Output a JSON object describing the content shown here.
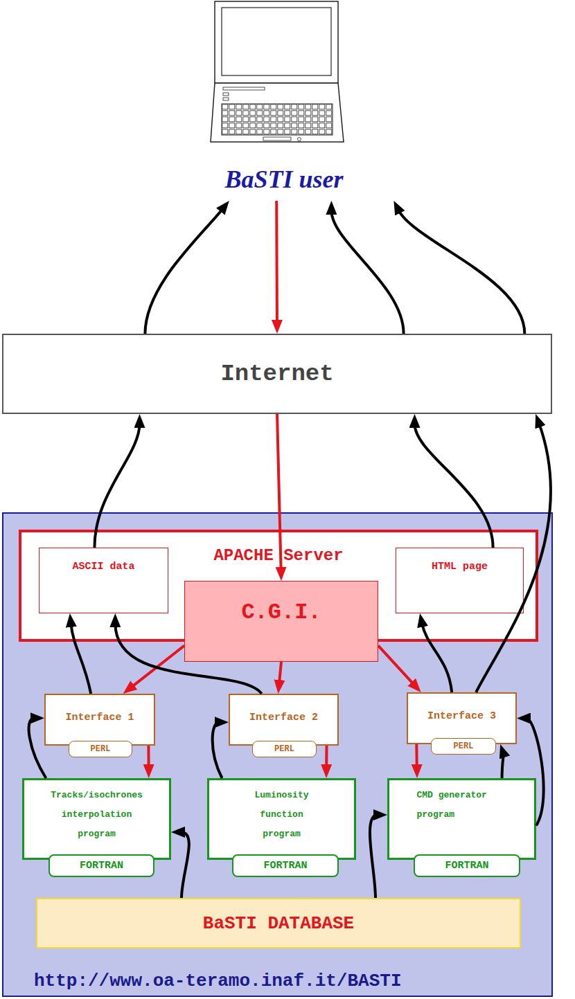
{
  "diagram": {
    "nodes": [
      {
        "text": [
          "BaSTI user"
        ]
      },
      {
        "text": [
          "Internet"
        ]
      },
      {
        "text": [
          "http://www.oa-teramo.inaf.it/BASTI"
        ]
      },
      {
        "text": [
          "APACHE Server"
        ],
        "in": 2
      },
      {
        "text": [
          "ASCII data"
        ],
        "in": 3
      },
      {
        "text": [
          "HTML page"
        ],
        "in": 3
      },
      {
        "text": [
          "C.G.I."
        ],
        "in": 3
      },
      {
        "text": [
          "Interface 1"
        ],
        "in": 2
      },
      {
        "text": [
          "PERL"
        ],
        "in": 7
      },
      {
        "text": [
          "Interface 2"
        ],
        "in": 2
      },
      {
        "text": [
          "PERL"
        ],
        "in": 9
      },
      {
        "text": [
          "Interface 3"
        ],
        "in": 2
      },
      {
        "text": [
          "PERL"
        ],
        "in": 11
      },
      {
        "text": [
          "Tracks/isochrones interpolation program"
        ],
        "in": 2
      },
      {
        "text": [
          "FORTRAN"
        ],
        "in": 13
      },
      {
        "text": [
          "Luminosity function program"
        ],
        "in": 2
      },
      {
        "text": [
          "FORTRAN"
        ],
        "in": 15
      },
      {
        "text": [
          "CMD generator program"
        ],
        "in": 2
      },
      {
        "text": [
          "FORTRAN"
        ],
        "in": 17
      },
      {
        "text": [
          "BaSTI DATABASE"
        ],
        "in": 2
      }
    ],
    "edges": [
      {
        "from": 0,
        "to": 1,
        "arrow": "to"
      },
      {
        "from": 1,
        "to": 6,
        "arrow": "to"
      },
      {
        "from": 6,
        "to": 7,
        "arrow": "to"
      },
      {
        "from": 6,
        "to": 9,
        "arrow": "to"
      },
      {
        "from": 6,
        "to": 11,
        "arrow": "to"
      },
      {
        "from": 7,
        "to": 13,
        "arrow": "to"
      },
      {
        "from": 9,
        "to": 15,
        "arrow": "to"
      },
      {
        "from": 11,
        "to": 17,
        "arrow": "to"
      },
      {
        "from": 13,
        "to": 7,
        "arrow": "to"
      },
      {
        "from": 15,
        "to": 9,
        "arrow": "to"
      },
      {
        "from": 17,
        "to": 11,
        "arrow": "to"
      },
      {
        "from": 17,
        "to": 11,
        "arrow": "to"
      },
      {
        "from": 7,
        "to": 4,
        "arrow": "to"
      },
      {
        "from": 9,
        "to": 4,
        "arrow": "to"
      },
      {
        "from": 11,
        "to": 5,
        "arrow": "to"
      },
      {
        "from": 11,
        "to": 1,
        "arrow": "to"
      },
      {
        "from": 19,
        "to": 13,
        "arrow": "to"
      },
      {
        "from": 19,
        "to": 17,
        "arrow": "to"
      },
      {
        "from": 4,
        "to": 1,
        "arrow": "to"
      },
      {
        "from": 5,
        "to": 1,
        "arrow": "to"
      },
      {
        "from": 1,
        "to": 0,
        "arrow": "to"
      },
      {
        "from": 1,
        "to": 0,
        "arrow": "to"
      },
      {
        "from": 1,
        "to": 0,
        "arrow": "to"
      }
    ]
  }
}
